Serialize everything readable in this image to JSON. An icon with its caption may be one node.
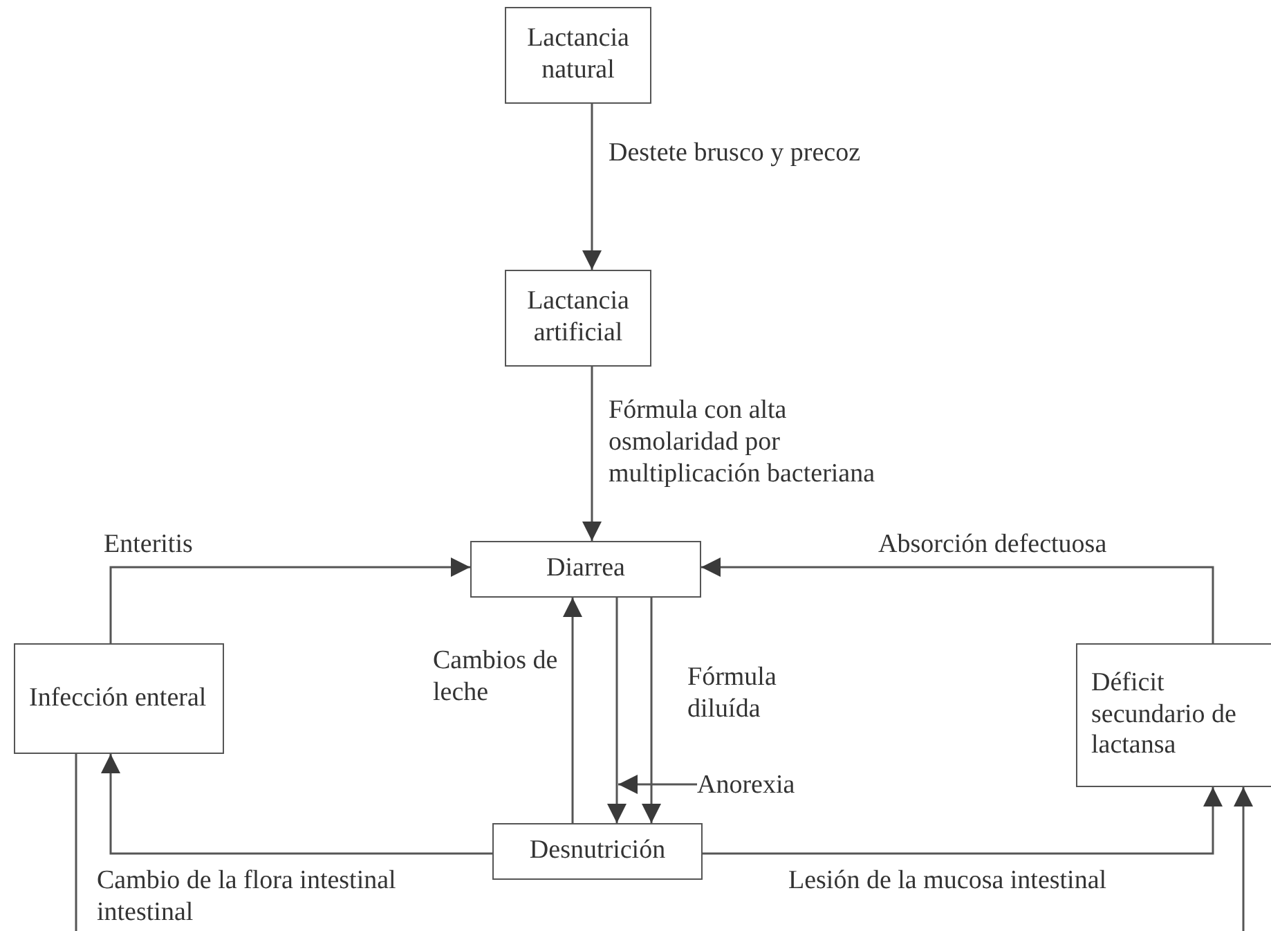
{
  "diagram": {
    "nodes": [
      {
        "text": [
          "Lactancia natural"
        ]
      },
      {
        "text": [
          "Lactancia artificial"
        ]
      },
      {
        "text": [
          "Diarrea"
        ]
      },
      {
        "text": [
          "Infección enteral"
        ]
      },
      {
        "text": [
          "Déficit secundario de lactansa"
        ]
      },
      {
        "text": [
          "Desnutrición"
        ]
      },
      {
        "text": [
          "Anorexia"
        ]
      }
    ],
    "edges": [
      {
        "from": 0,
        "to": 1,
        "arrow": "to",
        "label": "Destete brusco y precoz"
      },
      {
        "from": 1,
        "to": 2,
        "arrow": "to",
        "label": "Fórmula con alta osmolaridad por multiplicación bacteriana"
      },
      {
        "from": 3,
        "to": 2,
        "arrow": "to",
        "label": "Enteritis"
      },
      {
        "from": 4,
        "to": 2,
        "arrow": "to",
        "label": "Absorción defectuosa"
      },
      {
        "from": 5,
        "to": 2,
        "arrow": "to",
        "label": "Cambios de leche"
      },
      {
        "from": 2,
        "to": 5,
        "arrow": "to"
      },
      {
        "from": 2,
        "to": 5,
        "arrow": "to",
        "label": "Fórmula diluída"
      },
      {
        "from": 6,
        "to": null,
        "arrow": "to"
      },
      {
        "from": 5,
        "to": 3,
        "arrow": "to",
        "label": "Cambio de la flora intestinal intestinal"
      },
      {
        "from": 5,
        "to": 4,
        "arrow": "to",
        "label": "Lesión de la mucosa intestinal"
      },
      {
        "from": null,
        "to": 4,
        "arrow": "to"
      },
      {
        "from": 3,
        "to": null,
        "arrow": "none"
      }
    ]
  }
}
